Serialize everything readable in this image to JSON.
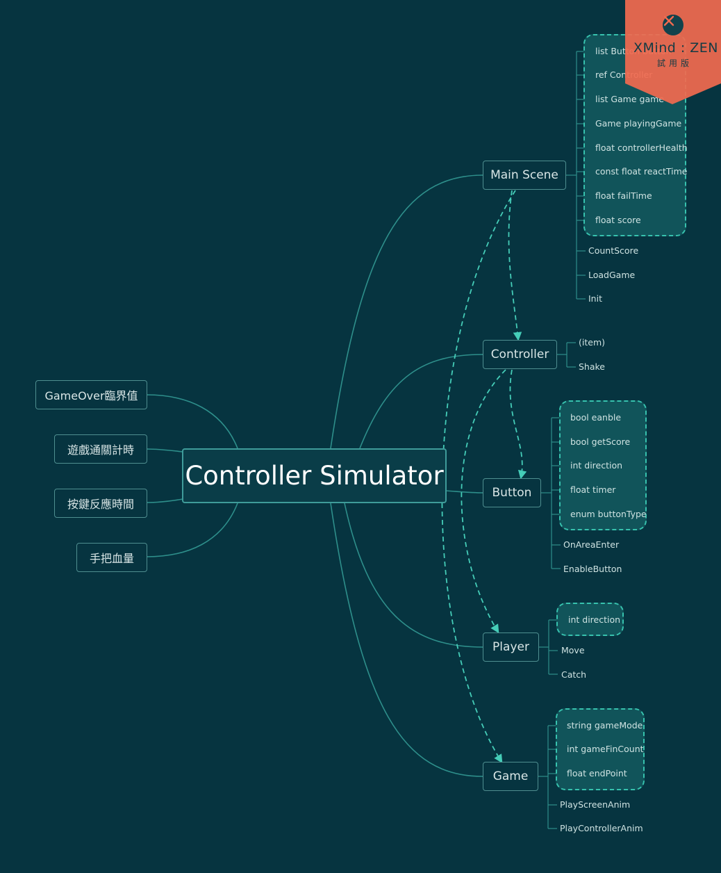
{
  "central_topic": "Controller Simulator",
  "left_topics": [
    "GameOver臨界值",
    "遊戲通關計時",
    "按鍵反應時間",
    "手把血量"
  ],
  "main_scene": {
    "label": "Main Scene",
    "fields": [
      "list Button button",
      "ref Controller",
      "list Game game",
      "Game playingGame",
      "float controllerHealth",
      "const float reactTime",
      "float failTime",
      "float score"
    ],
    "methods": [
      "CountScore",
      "LoadGame",
      "Init"
    ]
  },
  "controller": {
    "label": "Controller",
    "items": [
      "(item)",
      "Shake"
    ]
  },
  "button": {
    "label": "Button",
    "fields": [
      "bool eanble",
      "bool getScore",
      "int direction",
      "float timer",
      "enum buttonType"
    ],
    "methods": [
      "OnAreaEnter",
      "EnableButton"
    ]
  },
  "player": {
    "label": "Player",
    "fields": [
      "int direction"
    ],
    "methods": [
      "Move",
      "Catch"
    ]
  },
  "game": {
    "label": "Game",
    "fields": [
      "string gameMode",
      "int gameFinCount",
      "float endPoint"
    ],
    "methods": [
      "PlayScreenAnim",
      "PlayControllerAnim"
    ]
  },
  "watermark": {
    "brand": "XMind : ZEN",
    "sub": "試用版",
    "icon": "close-icon"
  },
  "colors": {
    "background": "#063440",
    "branch": "#2e8f8b",
    "dashed_arrow": "#45cdb8",
    "group_fill": "#11545a",
    "watermark": "#f26a4f"
  }
}
